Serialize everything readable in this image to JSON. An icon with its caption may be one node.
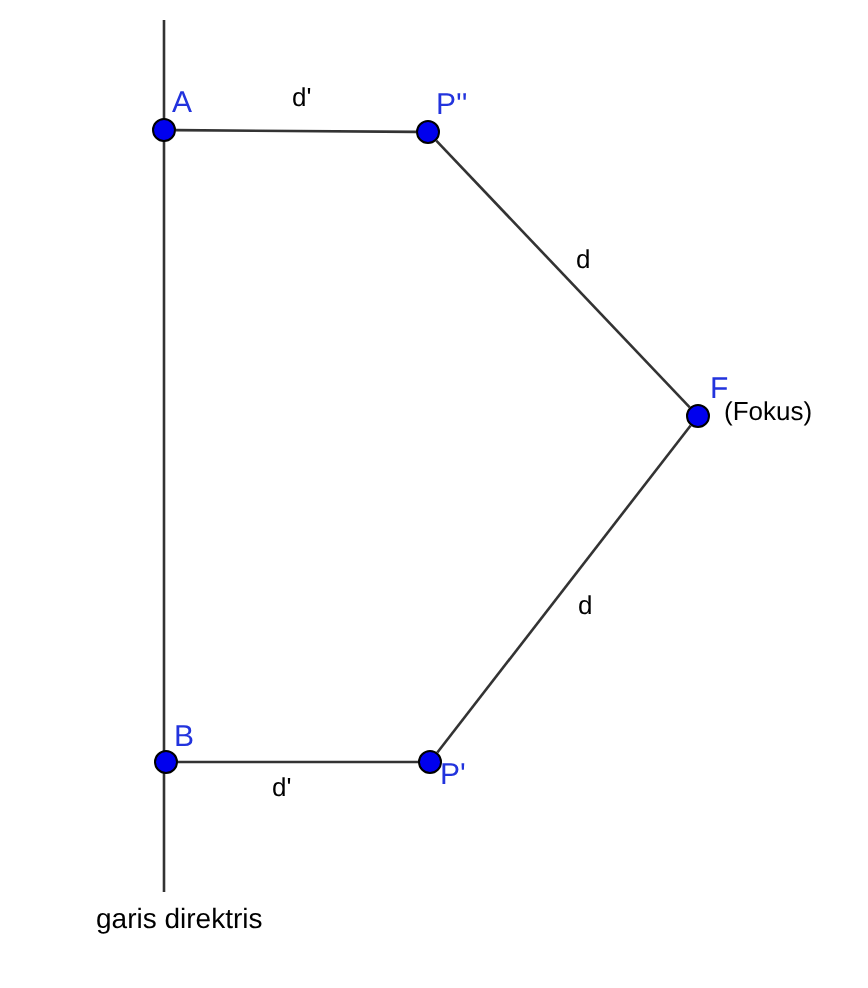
{
  "diagram": {
    "nodes": [
      {
        "text": [
          "A"
        ]
      },
      {
        "text": [
          "P''"
        ]
      },
      {
        "text": [
          "F"
        ],
        "beside": [
          "(Fokus)"
        ]
      },
      {
        "text": [
          "P'"
        ]
      },
      {
        "text": [
          "B"
        ]
      }
    ],
    "edges": [
      {
        "from": 0,
        "to": 1,
        "arrow": "none",
        "label": "d'"
      },
      {
        "from": 1,
        "to": 2,
        "arrow": "none",
        "label": "d"
      },
      {
        "from": 2,
        "to": 3,
        "arrow": "none",
        "label": "d"
      },
      {
        "from": 3,
        "to": 4,
        "arrow": "none",
        "label": "d'"
      }
    ],
    "labels": [
      "garis direktris"
    ]
  }
}
